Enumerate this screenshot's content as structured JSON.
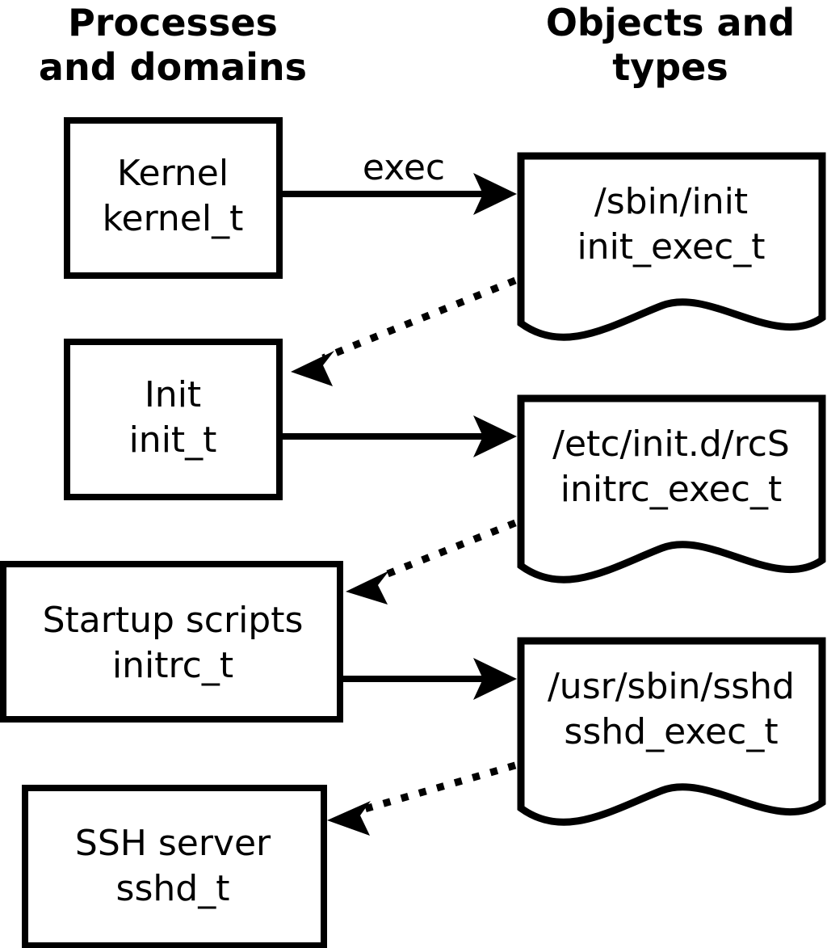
{
  "diagram": {
    "title": "SELinux process domains and object types transition diagram",
    "background_color": "#ffffff",
    "stroke_color": "#000000",
    "columns": [
      {
        "id": "left",
        "header_line1": "Processes",
        "header_line2": "and domains"
      },
      {
        "id": "right",
        "header_line1": "Objects and",
        "header_line2": "types"
      }
    ],
    "process_nodes": [
      {
        "id": "kernel",
        "line1": "Kernel",
        "line2": "kernel_t"
      },
      {
        "id": "init",
        "line1": "Init",
        "line2": "init_t"
      },
      {
        "id": "initrc",
        "line1": "Startup scripts",
        "line2": "initrc_t"
      },
      {
        "id": "sshd",
        "line1": "SSH server",
        "line2": "sshd_t"
      }
    ],
    "object_nodes": [
      {
        "id": "init_exec",
        "line1": "/sbin/init",
        "line2": "init_exec_t"
      },
      {
        "id": "initrc_exec",
        "line1": "/etc/init.d/rcS",
        "line2": "initrc_exec_t"
      },
      {
        "id": "sshd_exec",
        "line1": "/usr/sbin/sshd",
        "line2": "sshd_exec_t"
      }
    ],
    "edges": [
      {
        "id": "kernel-exec-init_exec",
        "from": "kernel",
        "to": "init_exec",
        "style": "solid",
        "label": "exec"
      },
      {
        "id": "init_exec-transition-init",
        "from": "init_exec",
        "to": "init",
        "style": "dotted",
        "label": ""
      },
      {
        "id": "init-exec-initrc_exec",
        "from": "init",
        "to": "initrc_exec",
        "style": "solid",
        "label": ""
      },
      {
        "id": "initrc_exec-transition-initrc",
        "from": "initrc_exec",
        "to": "initrc",
        "style": "dotted",
        "label": ""
      },
      {
        "id": "initrc-exec-sshd_exec",
        "from": "initrc",
        "to": "sshd_exec",
        "style": "solid",
        "label": ""
      },
      {
        "id": "sshd_exec-transition-sshd",
        "from": "sshd_exec",
        "to": "sshd",
        "style": "dotted",
        "label": ""
      }
    ]
  }
}
